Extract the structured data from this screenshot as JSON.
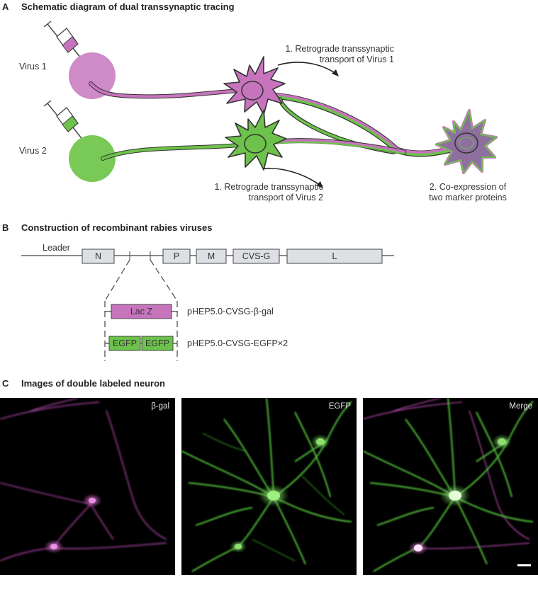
{
  "colors": {
    "magenta": "#c774bd",
    "magenta_dark": "#a54f9c",
    "green": "#6cc24a",
    "green_dark": "#3c8f2a",
    "mix": "#8e6fa0",
    "box_fill": "#dcdfe3"
  },
  "panel_a": {
    "letter": "A",
    "title": "Schematic diagram of dual transsynaptic tracing",
    "virus1_label": "Virus 1",
    "virus2_label": "Virus 2",
    "step1_virus1_line1": "1. Retrograde transsynaptic",
    "step1_virus1_line2": "transport of Virus 1",
    "step1_virus2_line1": "1. Retrograde transsynaptic",
    "step1_virus2_line2": "transport of Virus 2",
    "step2_line1": "2. Co-expression of",
    "step2_line2": "two marker proteins"
  },
  "panel_b": {
    "letter": "B",
    "title": "Construction of recombinant rabies viruses",
    "leader": "Leader",
    "genes": [
      "N",
      "P",
      "M",
      "CVS-G",
      "L"
    ],
    "lacz_label": "Lac Z",
    "egfp_label": "EGFP",
    "construct1": "pHEP5.0-CVSG-β-gal",
    "construct2": "pHEP5.0-CVSG-EGFP×2"
  },
  "panel_c": {
    "letter": "C",
    "title": "Images of double labeled neuron",
    "image_labels": [
      "β-gal",
      "EGFP",
      "Merge"
    ]
  }
}
